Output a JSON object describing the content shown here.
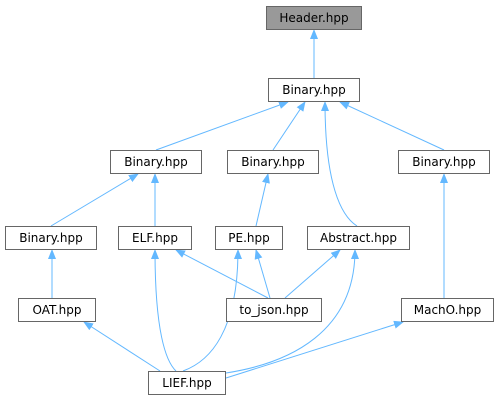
{
  "diagram": {
    "edge_color": "#63b8ff",
    "node_border_color": "#666666",
    "root_fill_color": "#999999",
    "nodes": [
      {
        "id": "header",
        "label": "Header.hpp"
      },
      {
        "id": "binary_top",
        "label": "Binary.hpp"
      },
      {
        "id": "binary_l2",
        "label": "Binary.hpp"
      },
      {
        "id": "binary_m2",
        "label": "Binary.hpp"
      },
      {
        "id": "binary_r2",
        "label": "Binary.hpp"
      },
      {
        "id": "binary_l3",
        "label": "Binary.hpp"
      },
      {
        "id": "elf",
        "label": "ELF.hpp"
      },
      {
        "id": "pe",
        "label": "PE.hpp"
      },
      {
        "id": "abstract",
        "label": "Abstract.hpp"
      },
      {
        "id": "oat",
        "label": "OAT.hpp"
      },
      {
        "id": "to_json",
        "label": "to_json.hpp"
      },
      {
        "id": "macho",
        "label": "MachO.hpp"
      },
      {
        "id": "lief",
        "label": "LIEF.hpp"
      }
    ],
    "edges": [
      {
        "from": "binary_top",
        "to": "header"
      },
      {
        "from": "binary_l2",
        "to": "binary_top"
      },
      {
        "from": "binary_m2",
        "to": "binary_top"
      },
      {
        "from": "abstract",
        "to": "binary_top"
      },
      {
        "from": "binary_r2",
        "to": "binary_top"
      },
      {
        "from": "binary_l3",
        "to": "binary_l2"
      },
      {
        "from": "elf",
        "to": "binary_l2"
      },
      {
        "from": "pe",
        "to": "binary_m2"
      },
      {
        "from": "macho",
        "to": "binary_r2"
      },
      {
        "from": "oat",
        "to": "binary_l3"
      },
      {
        "from": "lief",
        "to": "elf"
      },
      {
        "from": "to_json",
        "to": "elf"
      },
      {
        "from": "lief",
        "to": "pe"
      },
      {
        "from": "to_json",
        "to": "pe"
      },
      {
        "from": "to_json",
        "to": "abstract"
      },
      {
        "from": "lief",
        "to": "abstract"
      },
      {
        "from": "lief",
        "to": "oat"
      },
      {
        "from": "lief",
        "to": "macho"
      }
    ]
  }
}
